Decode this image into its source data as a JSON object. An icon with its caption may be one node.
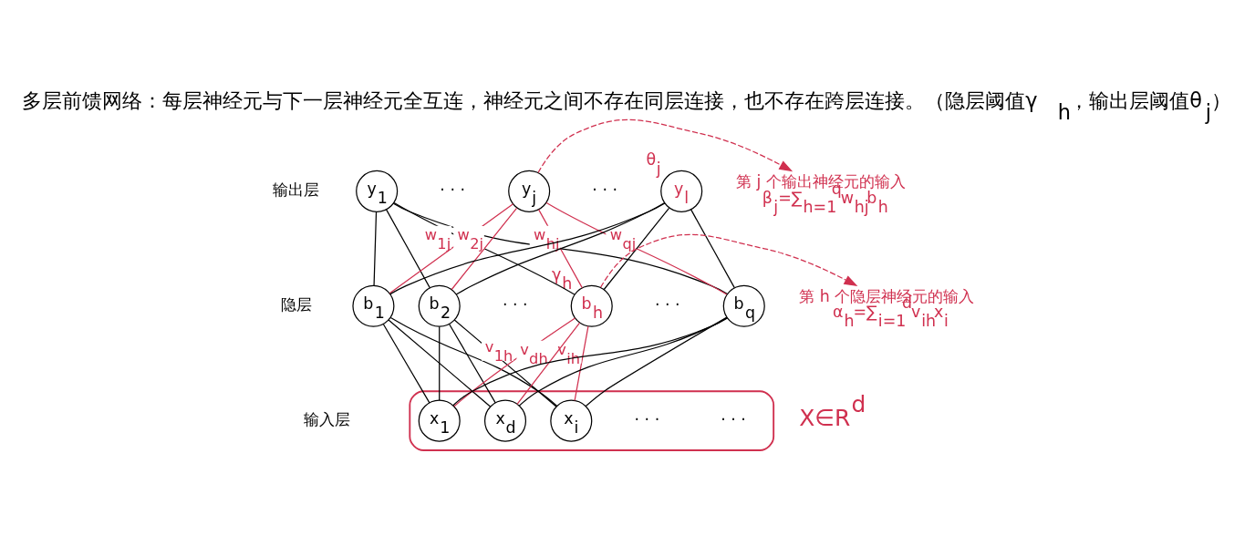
{
  "diagram": {
    "title": "多层前馈网络：每层神经元与下一层神经元全互连，神经元之间不存在同层连接，也不存在跨层连接。（隐层阈值γ$_{h}$，输出层阈值θ$_{j}$）",
    "nodes": [
      {
        "text": [
          "y$_{1}$"
        ]
      },
      {
        "text": [
          "y$_{j}$"
        ]
      },
      {
        "text": [
          "y$_{l}$"
        ],
        "beside": [
          "θ$_{j}$"
        ]
      },
      {
        "text": [
          "b$_{1}$"
        ]
      },
      {
        "text": [
          "b$_{2}$"
        ]
      },
      {
        "text": [
          "b$_{h}$"
        ],
        "beside": [
          "γ$_{h}$"
        ]
      },
      {
        "text": [
          "b$_{q}$"
        ]
      },
      {
        "text": [],
        "shape": "box"
      },
      {
        "text": [
          "x$_{1}$"
        ],
        "in": 7
      },
      {
        "text": [
          "x$_{i}$"
        ],
        "in": 7
      },
      {
        "text": [
          "x$_{d}$"
        ],
        "in": 7
      },
      {
        "text": [
          "第 j 个输出神经元的输入",
          "β$_{j}$=∑$_{h=1}$$^{q}$w$_{hj}$b$_{h}$"
        ]
      },
      {
        "text": [
          "第 h 个隐层神经元的输入",
          "α$_{h}$=∑$_{i=1}$$^{d}$v$_{ih}$x$_{i}$"
        ]
      }
    ],
    "edges": [
      {
        "from": 0,
        "to": 3,
        "arrow": "none"
      },
      {
        "from": 0,
        "to": 4,
        "arrow": "none"
      },
      {
        "from": 0,
        "to": 5,
        "arrow": "none"
      },
      {
        "from": 0,
        "to": 6,
        "arrow": "none"
      },
      {
        "from": 1,
        "to": 3,
        "arrow": "none",
        "label": "w$_{1j}$",
        "color": "#d0304f"
      },
      {
        "from": 1,
        "to": 4,
        "arrow": "none",
        "label": "w$_{2j}$",
        "color": "#d0304f"
      },
      {
        "from": 1,
        "to": 5,
        "arrow": "none",
        "label": "w$_{hj}$",
        "color": "#d0304f"
      },
      {
        "from": 1,
        "to": 6,
        "arrow": "none",
        "label": "w$_{qj}$",
        "color": "#d0304f"
      },
      {
        "from": 2,
        "to": 3,
        "arrow": "none"
      },
      {
        "from": 2,
        "to": 4,
        "arrow": "none"
      },
      {
        "from": 2,
        "to": 5,
        "arrow": "none"
      },
      {
        "from": 2,
        "to": 6,
        "arrow": "none"
      },
      {
        "from": 3,
        "to": 8,
        "arrow": "none"
      },
      {
        "from": 3,
        "to": 9,
        "arrow": "none"
      },
      {
        "from": 3,
        "to": 10,
        "arrow": "none"
      },
      {
        "from": 4,
        "to": 8,
        "arrow": "none"
      },
      {
        "from": 4,
        "to": 9,
        "arrow": "none"
      },
      {
        "from": 4,
        "to": 10,
        "arrow": "none"
      },
      {
        "from": 5,
        "to": 8,
        "arrow": "none",
        "label": "v$_{1h}$",
        "color": "#d0304f"
      },
      {
        "from": 5,
        "to": 9,
        "arrow": "none",
        "label": "v$_{ih}$",
        "color": "#d0304f"
      },
      {
        "from": 5,
        "to": 10,
        "arrow": "none",
        "label": "v$_{dh}$",
        "color": "#d0304f"
      },
      {
        "from": 6,
        "to": 8,
        "arrow": "none"
      },
      {
        "from": 6,
        "to": 9,
        "arrow": "none"
      },
      {
        "from": 6,
        "to": 10,
        "arrow": "none"
      },
      {
        "from": 1,
        "to": 11,
        "arrow": "to",
        "style": "dashed",
        "color": "#d0304f"
      },
      {
        "from": 5,
        "to": 12,
        "arrow": "to",
        "style": "dashed",
        "color": "#d0304f"
      }
    ],
    "labels": [
      "输出层",
      "· · ·",
      "· · ·",
      "隐层",
      "· · ·",
      "· · ·",
      "输入层",
      "· · ·",
      "· · ·",
      "X∈R$^{d}$"
    ]
  }
}
